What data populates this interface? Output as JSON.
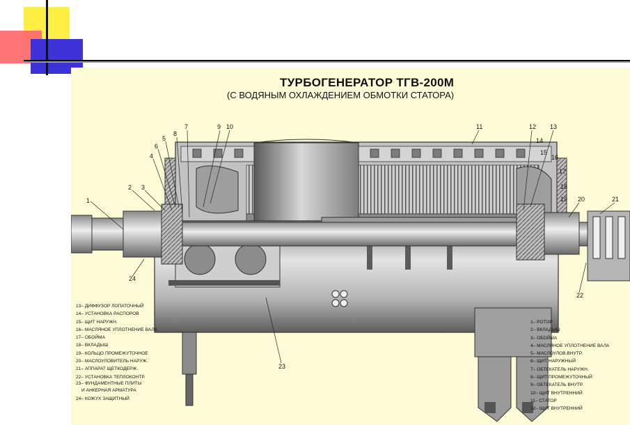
{
  "slide": {
    "title": "ТУРБОГЕНЕРАТОР  ТГВ-200М",
    "subtitle": "(С ВОДЯНЫМ ОХЛАЖДЕНИЕМ ОБМОТКИ СТАТОРА)"
  },
  "colors": {
    "panel_bg": "#fdfcd6",
    "metal_light": "#d9d9d9",
    "metal_mid": "#a9a9a9",
    "metal_dark": "#6e6e6e",
    "accent_blue": "#3c32d8",
    "accent_yellow": "#ffee44",
    "accent_red": "#ff6e6e"
  },
  "callouts": [
    "1",
    "2",
    "3",
    "4",
    "5",
    "6",
    "7",
    "8",
    "9",
    "10",
    "11",
    "12",
    "13",
    "14",
    "15",
    "16",
    "17",
    "18",
    "19",
    "20",
    "21",
    "22",
    "23",
    "24"
  ],
  "legend_left": [
    "13– диффузор лопаточный",
    "14– установка распоров",
    "15– щит наружн.",
    "16– масляное уплотнение вала",
    "17– обойма",
    "18– вкладыш",
    "19– кольцо промежуточное",
    "20– маслоуловитель наруж.",
    "21– аппарат щеткодерж.",
    "22– установка теплоконтр.",
    "23– фундаментные плиты",
    "и анкерная арматура",
    "24– кожух защитный"
  ],
  "legend_right": [
    "1– ротор",
    "2– вкладыш",
    "3– обойма",
    "4– масляное уплотнение вала",
    "5– маслоулов.внутр.",
    "6– щит наружный",
    "7– обтекатель наружн.",
    "8– щит промежуточный",
    "9– обтекатель внутр.",
    "10– щит внутренний",
    "11– статор",
    "12– щит внутренний"
  ]
}
